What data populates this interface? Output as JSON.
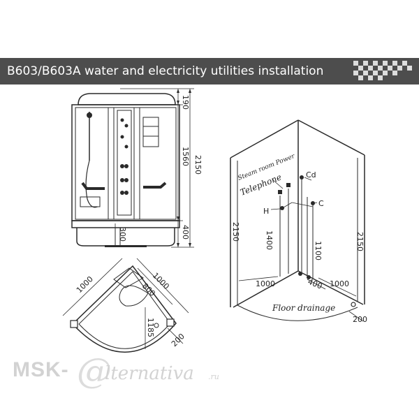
{
  "header": {
    "title": "B603/B603A  water and electricity utilities installation"
  },
  "front_view": {
    "dims": {
      "top": "190",
      "middle": "1560",
      "base": "400",
      "total": "2150",
      "seat": "300"
    }
  },
  "plan_view": {
    "dims": {
      "side_left": "1000",
      "side_right": "1000",
      "inner": "800",
      "diagonal": "1185",
      "drain": "200"
    }
  },
  "iso_view": {
    "labels": {
      "steam_power": "Steam room Power",
      "telephone": "Telephone",
      "h": "H",
      "cd": "Cd",
      "c": "C",
      "floor_drainage": "Floor drainage"
    },
    "dims": {
      "height_left": "2150",
      "height_right": "2150",
      "h_height": "1400",
      "c_height": "1100",
      "floor_left": "1000",
      "floor_right": "1000",
      "drain_offset": "400",
      "drain_corner": "200"
    }
  },
  "watermark": {
    "brand": "MSK-",
    "at": "@",
    "tail": "lternativa",
    "tld": ".ru"
  },
  "colors": {
    "title_bar": "#4d4d4d",
    "line": "#2a2a2a",
    "watermark": "#d2d2d2"
  }
}
